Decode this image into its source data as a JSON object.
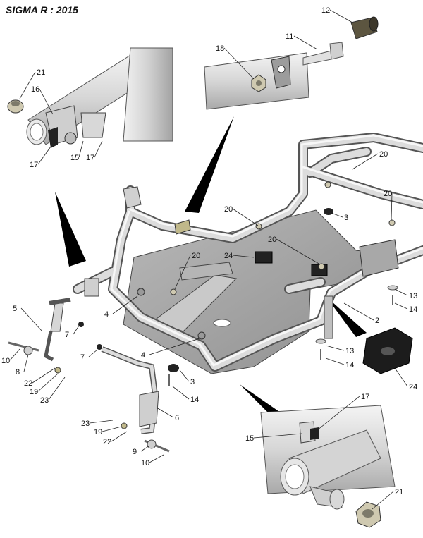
{
  "header": {
    "title": "SIGMA R : 2015"
  },
  "callouts": [
    {
      "id": "c12a",
      "label": "12"
    },
    {
      "id": "c11",
      "label": "11"
    },
    {
      "id": "c18",
      "label": "18"
    },
    {
      "id": "c21a",
      "label": "21"
    },
    {
      "id": "c16",
      "label": "16"
    },
    {
      "id": "c17a",
      "label": "17"
    },
    {
      "id": "c15a",
      "label": "15"
    },
    {
      "id": "c17b",
      "label": "17"
    },
    {
      "id": "c20a",
      "label": "20"
    },
    {
      "id": "c20b",
      "label": "20"
    },
    {
      "id": "c20c",
      "label": "20"
    },
    {
      "id": "c20d",
      "label": "20"
    },
    {
      "id": "c20e",
      "label": "20"
    },
    {
      "id": "c3a",
      "label": "3"
    },
    {
      "id": "c24a",
      "label": "24"
    },
    {
      "id": "c5",
      "label": "5"
    },
    {
      "id": "c4a",
      "label": "4"
    },
    {
      "id": "c7a",
      "label": "7"
    },
    {
      "id": "c4b",
      "label": "4"
    },
    {
      "id": "c7b",
      "label": "7"
    },
    {
      "id": "c10a",
      "label": "10"
    },
    {
      "id": "c8",
      "label": "8"
    },
    {
      "id": "c22a",
      "label": "22"
    },
    {
      "id": "c19a",
      "label": "19"
    },
    {
      "id": "c23a",
      "label": "23"
    },
    {
      "id": "c2",
      "label": "2"
    },
    {
      "id": "c13a",
      "label": "13"
    },
    {
      "id": "c14a",
      "label": "14"
    },
    {
      "id": "c13b",
      "label": "13"
    },
    {
      "id": "c14b",
      "label": "14"
    },
    {
      "id": "c24b",
      "label": "24"
    },
    {
      "id": "c3b",
      "label": "3"
    },
    {
      "id": "c14c",
      "label": "14"
    },
    {
      "id": "c6",
      "label": "6"
    },
    {
      "id": "c23b",
      "label": "23"
    },
    {
      "id": "c19b",
      "label": "19"
    },
    {
      "id": "c22b",
      "label": "22"
    },
    {
      "id": "c9",
      "label": "9"
    },
    {
      "id": "c10b",
      "label": "10"
    },
    {
      "id": "c17c",
      "label": "17"
    },
    {
      "id": "c15b",
      "label": "15"
    },
    {
      "id": "c21b",
      "label": "21"
    }
  ]
}
